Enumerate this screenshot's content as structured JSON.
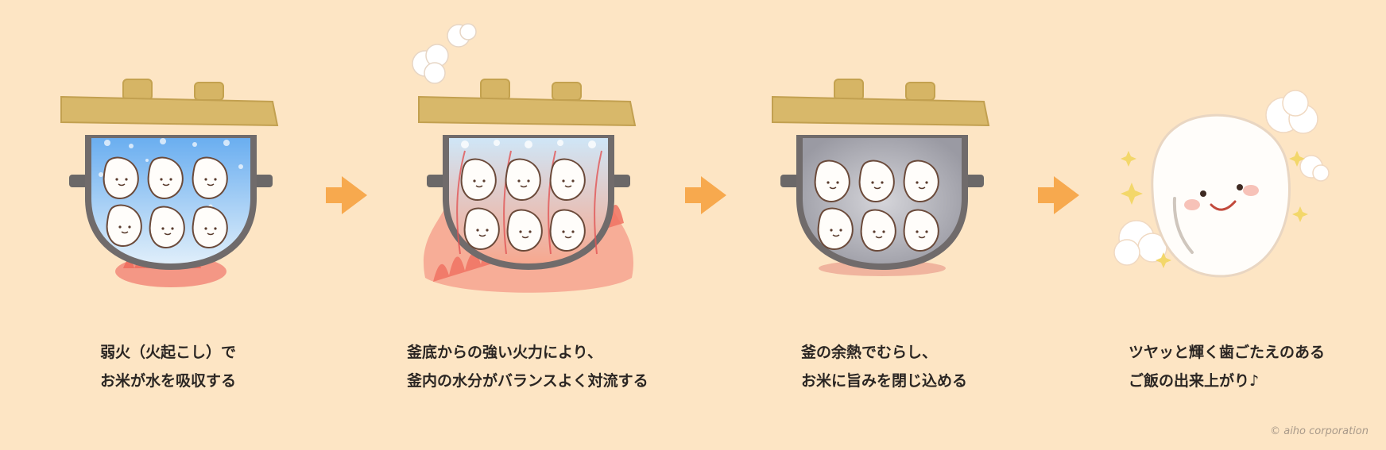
{
  "steps": [
    {
      "line1": "弱火（火起こし）で",
      "line2": "お米が水を吸収する"
    },
    {
      "line1": "釜底からの強い火力により、",
      "line2": "釜内の水分がバランスよく対流する"
    },
    {
      "line1": "釜の余熱でむらし、",
      "line2": "お米に旨みを閉じ込める"
    },
    {
      "line1": "ツヤッと輝く歯ごたえのある",
      "line2": "ご飯の出来上がり♪"
    }
  ],
  "credit": "© aiho corporation",
  "colors": {
    "background": "#fde5c4",
    "lid": "#d8b86a",
    "pot": "#706b6b",
    "water": "#8fc3f0",
    "flame": "#f08070",
    "steam": "#a8a8b0",
    "arrow": "#f7a94e"
  },
  "icons": [
    "pot-icon",
    "rice-grain-icon",
    "flame-icon",
    "steam-icon",
    "arrow-right-icon",
    "rice-character-icon",
    "sparkle-icon",
    "cloud-icon"
  ]
}
